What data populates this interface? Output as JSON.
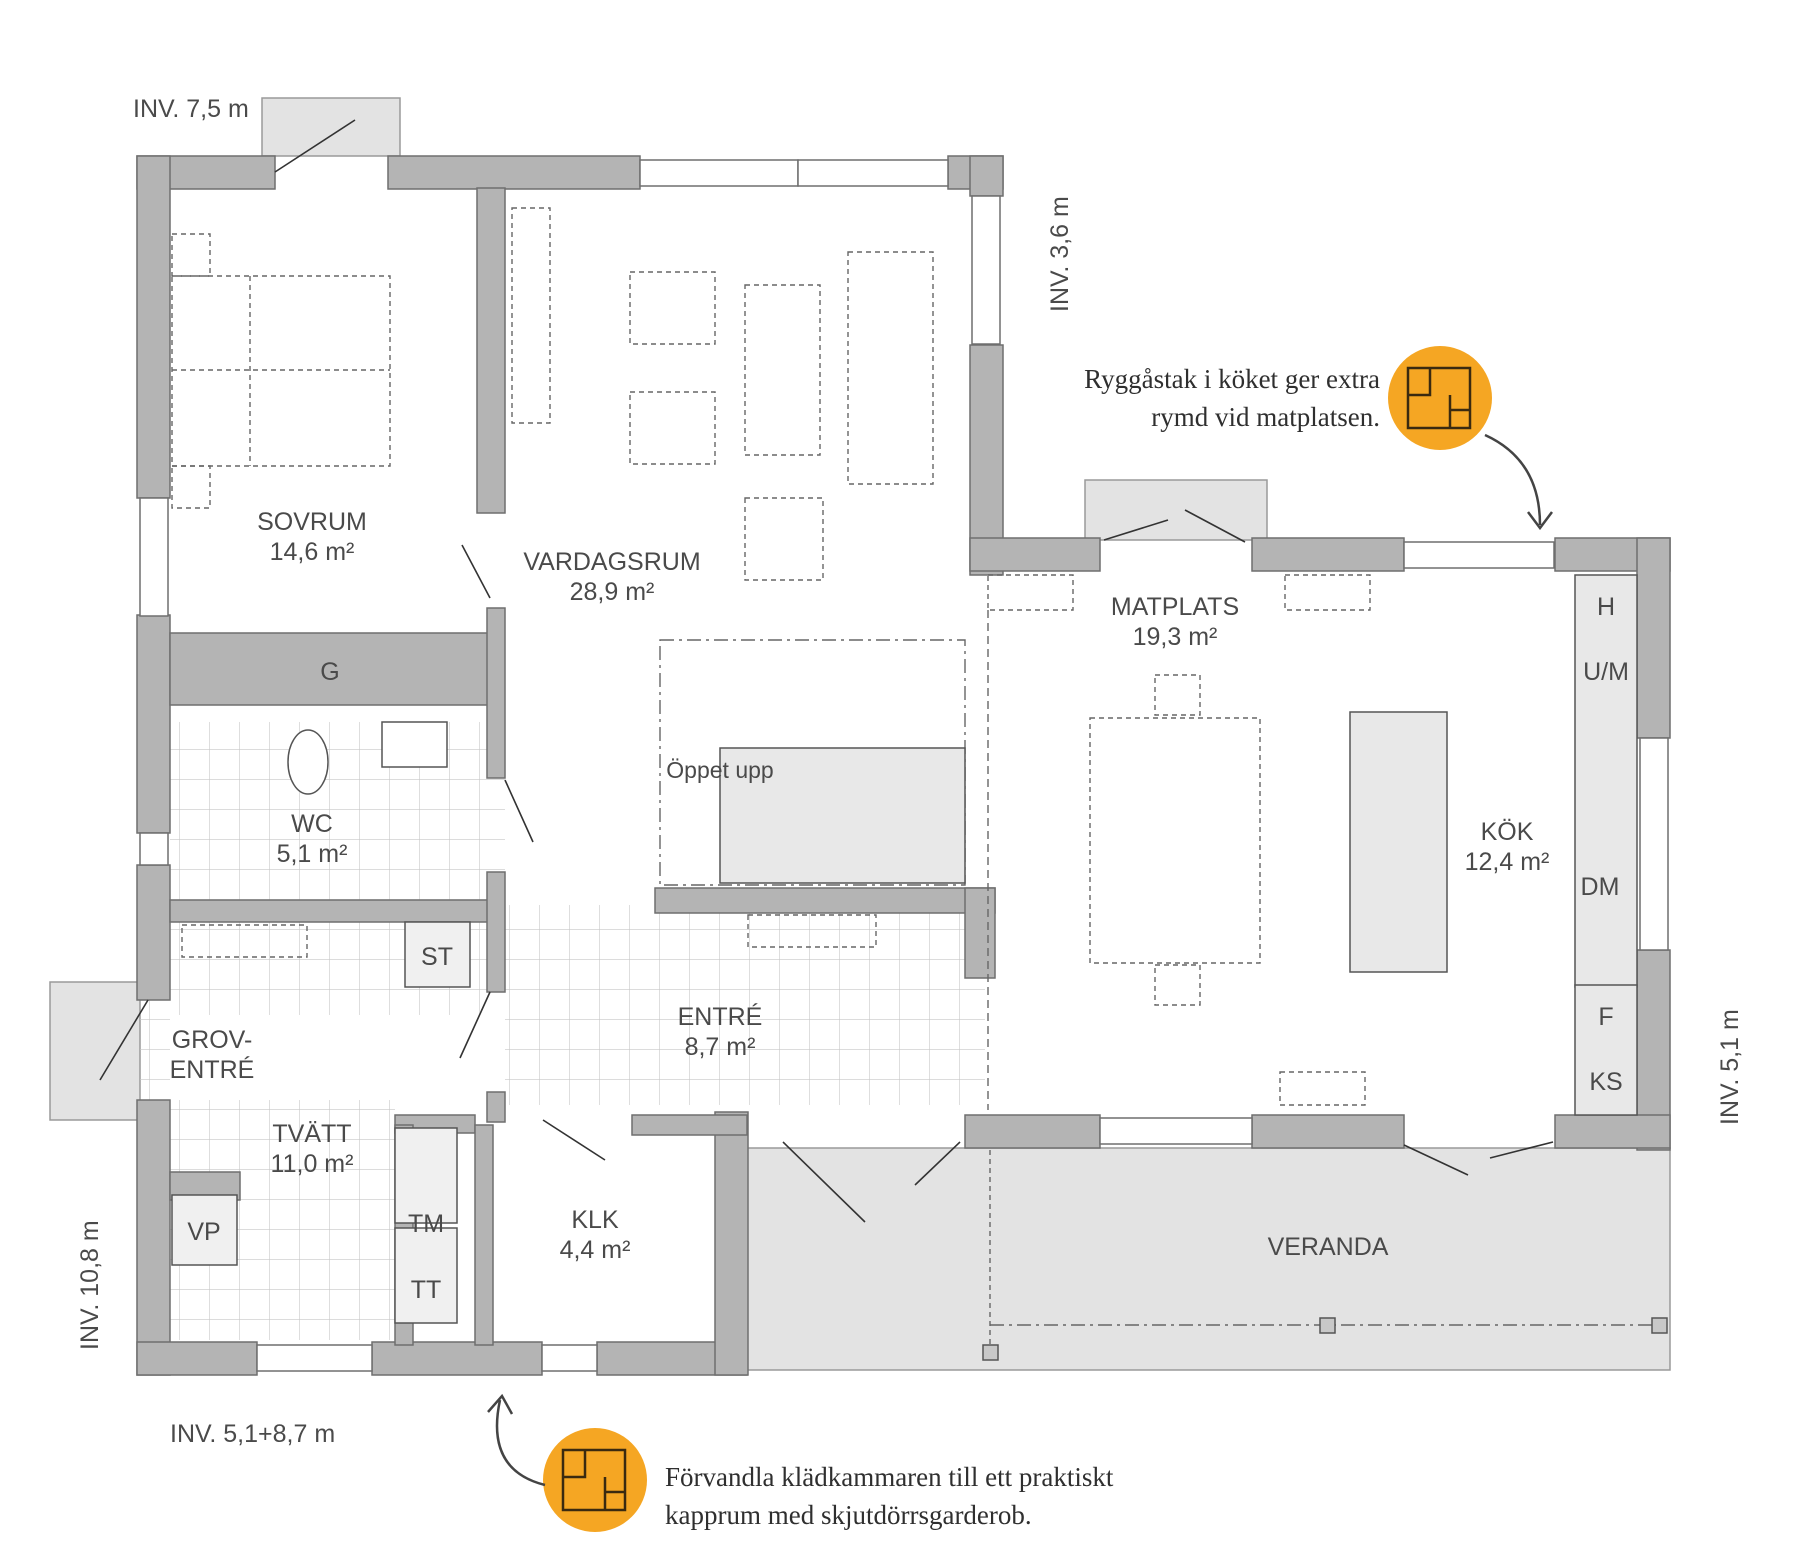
{
  "colors": {
    "wall": "#b4b4b4",
    "outside": "#e3e3e3",
    "accent": "#f5a623",
    "line": "#555555"
  },
  "rooms": {
    "sovrum": {
      "name": "SOVRUM",
      "area": "14,6 m²"
    },
    "vardagsrum": {
      "name": "VARDAGSRUM",
      "area": "28,9 m²"
    },
    "matplats": {
      "name": "MATPLATS",
      "area": "19,3 m²"
    },
    "kok": {
      "name": "KÖK",
      "area": "12,4 m²"
    },
    "wc": {
      "name": "WC",
      "area": "5,1 m²"
    },
    "entre": {
      "name": "ENTRÉ",
      "area": "8,7 m²"
    },
    "grov": {
      "name1": "GROV-",
      "name2": "ENTRÉ"
    },
    "tvatt": {
      "name": "TVÄTT",
      "area": "11,0 m²"
    },
    "klk": {
      "name": "KLK",
      "area": "4,4 m²"
    },
    "veranda": {
      "name": "VERANDA"
    }
  },
  "labels": {
    "g": "G",
    "st": "ST",
    "vp": "VP",
    "tm": "TM",
    "tt": "TT",
    "h": "H",
    "um": "U/M",
    "dm": "DM",
    "f": "F",
    "ks": "KS",
    "oppet": "Öppet upp"
  },
  "dimensions": {
    "top_left": "INV. 7,5 m",
    "right_top": "INV. 3,6 m",
    "right_bottom": "INV. 5,1 m",
    "left_bottom": "INV. 10,8 m",
    "bottom_left": "INV. 5,1+8,7 m"
  },
  "notes": {
    "top_line1": "Ryggåstak i köket ger extra",
    "top_line2": "rymd vid matplatsen.",
    "bottom_line1": "Förvandla klädkammaren till ett praktiskt",
    "bottom_line2": "kapprum med skjutdörrsgarderob."
  },
  "icons": [
    "floorplan-icon-top",
    "floorplan-icon-bottom",
    "arrow-top",
    "arrow-bottom"
  ]
}
